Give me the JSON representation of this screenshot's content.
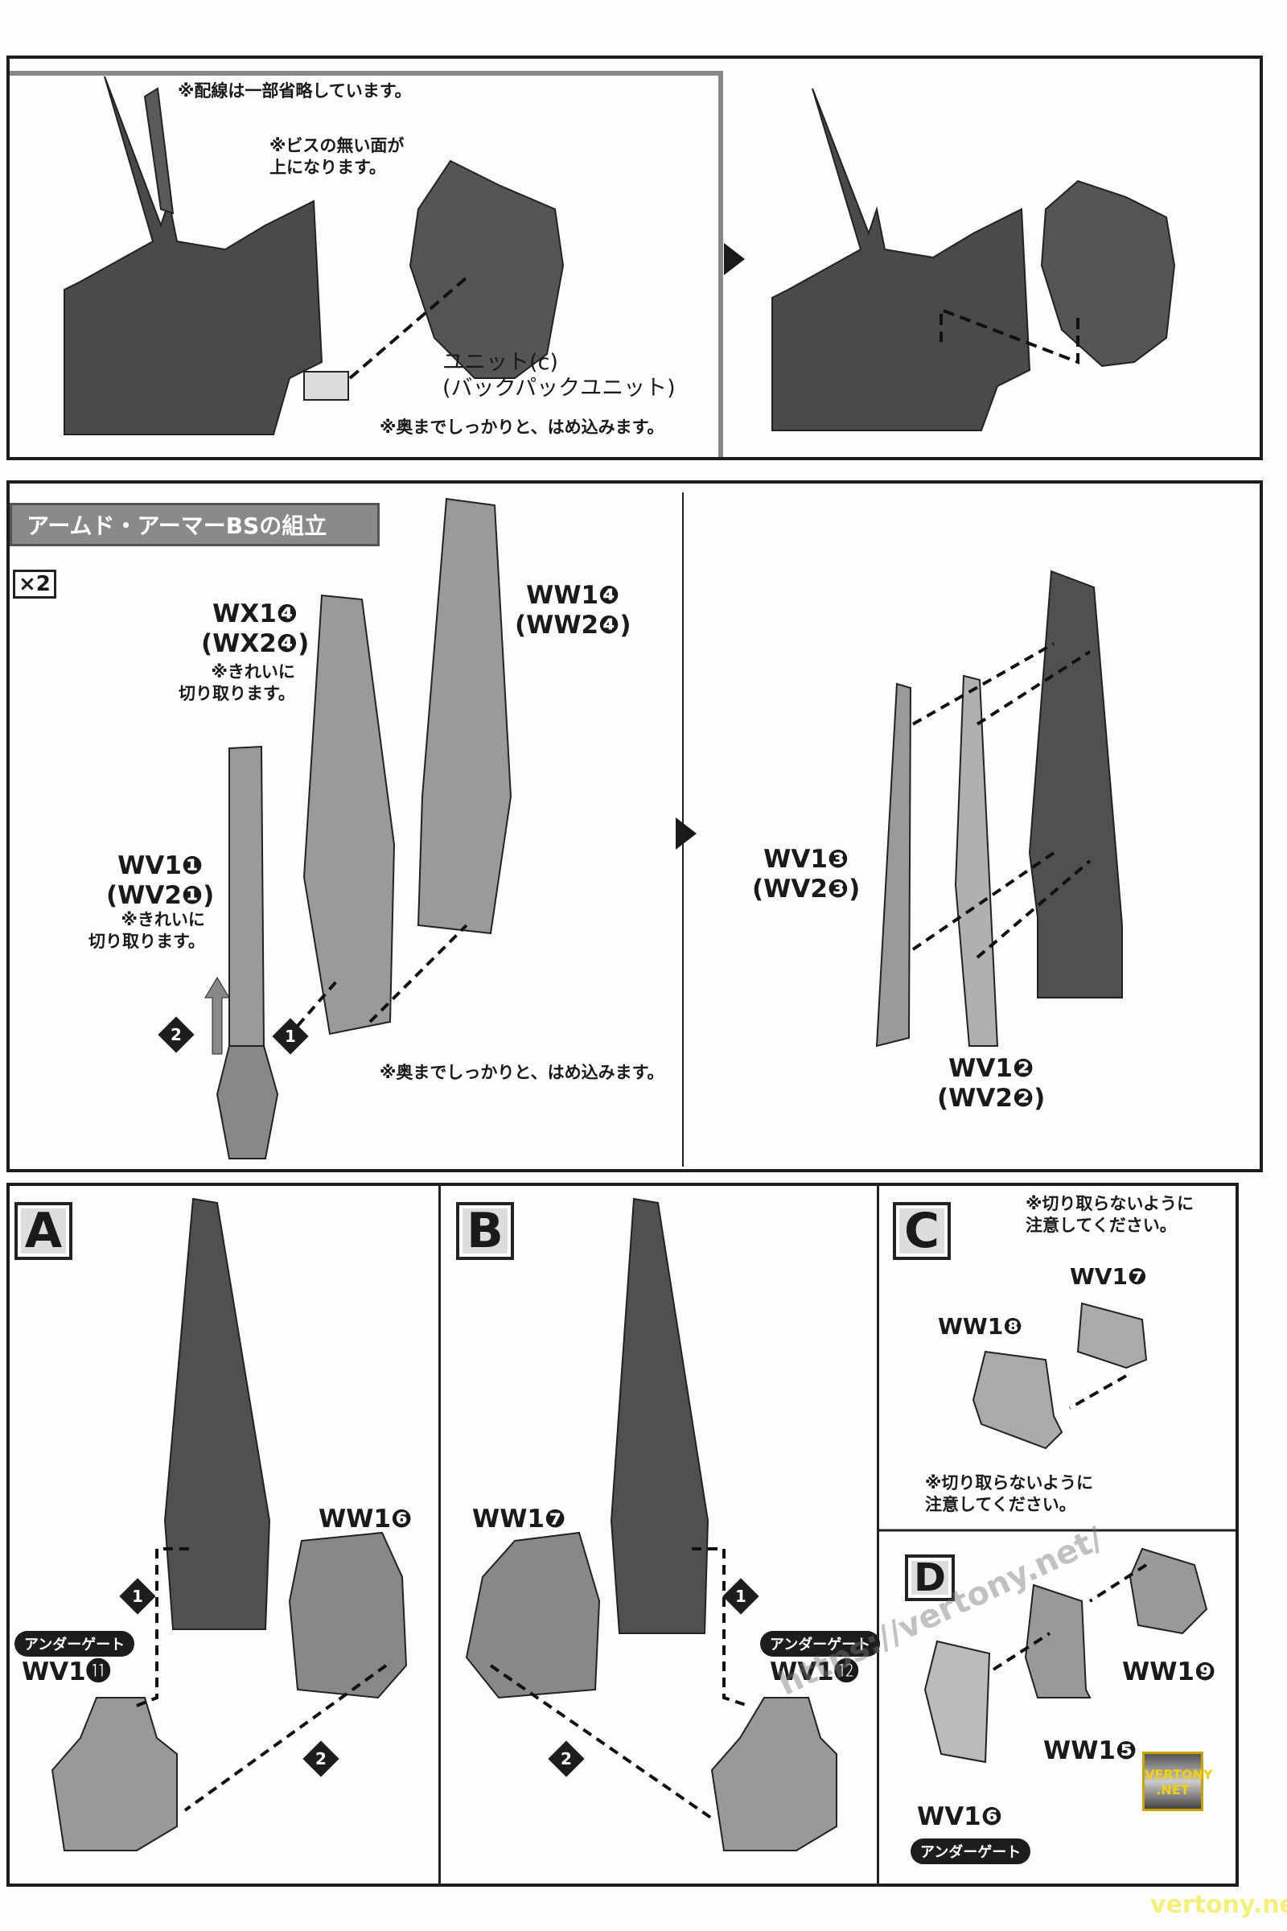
{
  "top": {
    "note_wiring": "※配線は一部省略しています。",
    "note_screw": "※ビスの無い面が\n上になります。",
    "unit_label": "ユニット(c)\n(バックパックユニット)",
    "note_insert": "※奥までしっかりと、はめ込みます。"
  },
  "middle": {
    "title": "アームド・アーマーBSの組立",
    "multiplier": "×2",
    "wx_label": "WX1❹\n(WX2❹)",
    "cut_note_1": "※きれいに\n切り取ります。",
    "ww_label": "WW1❹\n(WW2❹)",
    "wv1_label": "WV1❶\n(WV2❶)",
    "cut_note_2": "※きれいに\n切り取ります。",
    "step_2": "2",
    "step_1": "1",
    "note_insert": "※奥までしっかりと、はめ込みます。",
    "wv3_label": "WV1❸\n(WV2❸)",
    "wv2_label": "WV1❷\n(WV2❷)"
  },
  "panel_a": {
    "letter": "A",
    "part_ww": "WW1❻",
    "step_1": "1",
    "step_2": "2",
    "gate": "アンダーゲート",
    "part_wv": "WV1⓫"
  },
  "panel_b": {
    "letter": "B",
    "part_ww": "WW1❼",
    "step_1": "1",
    "step_2": "2",
    "gate": "アンダーゲート",
    "part_wv": "WV1⓬"
  },
  "panel_c": {
    "letter": "C",
    "note_top": "※切り取らないように\n注意してください。",
    "part_wv": "WV1❼",
    "part_ww": "WW1❽",
    "note_bottom": "※切り取らないように\n注意してください。"
  },
  "panel_d": {
    "letter": "D",
    "part_ww9": "WW1❾",
    "part_ww5": "WW1❺",
    "part_wv6": "WV1❻",
    "gate": "アンダーゲート"
  },
  "watermark": {
    "url": "https://vertony.net/",
    "logo_line1": "VERTONY",
    "logo_line2": ".NET",
    "footer": "vertony.net"
  },
  "colors": {
    "dark_part": "#4a4a4a",
    "light_part": "#9a9a9a",
    "frame": "#1d1d1d",
    "title_bar": "#8a8a8a",
    "watermark": "#f4f07a"
  }
}
